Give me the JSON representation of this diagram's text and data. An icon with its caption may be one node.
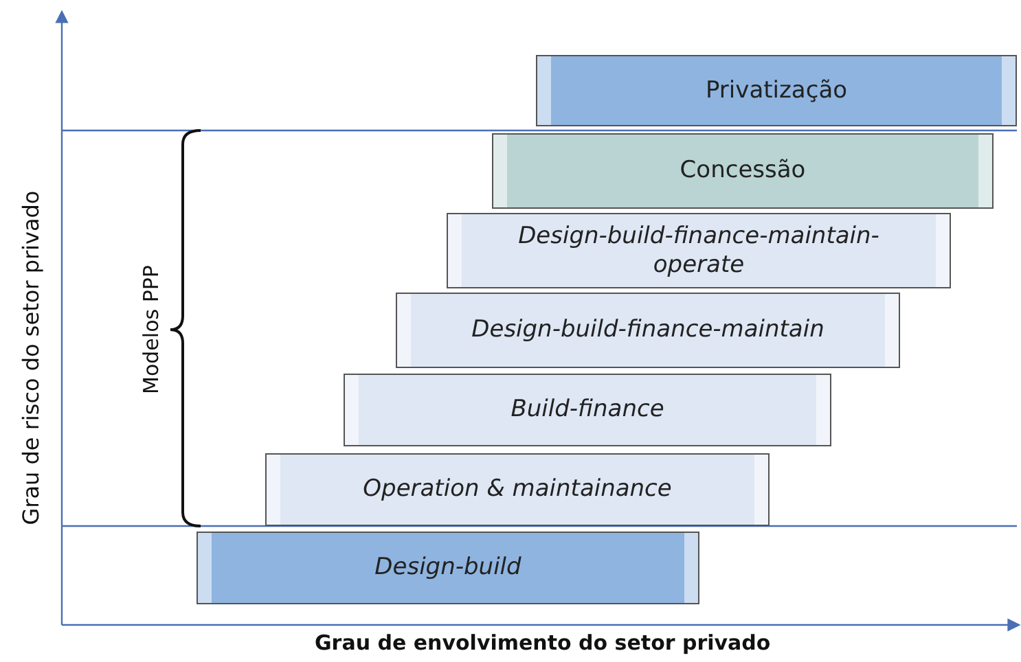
{
  "diagram": {
    "nodes": [
      {
        "text": [
          "Privatização"
        ]
      },
      {
        "text": [
          "Concessão"
        ]
      },
      {
        "text": [
          "Design-build-finance-maintain-operate"
        ]
      },
      {
        "text": [
          "Design-build-finance-maintain"
        ]
      },
      {
        "text": [
          "Build-finance"
        ]
      },
      {
        "text": [
          "Operation & maintainance"
        ]
      },
      {
        "text": [
          "Design-build"
        ]
      }
    ],
    "labels": [
      "Modelos PPP",
      "Grau de risco do setor privado",
      "Grau de envolvimento do setor privado"
    ]
  }
}
